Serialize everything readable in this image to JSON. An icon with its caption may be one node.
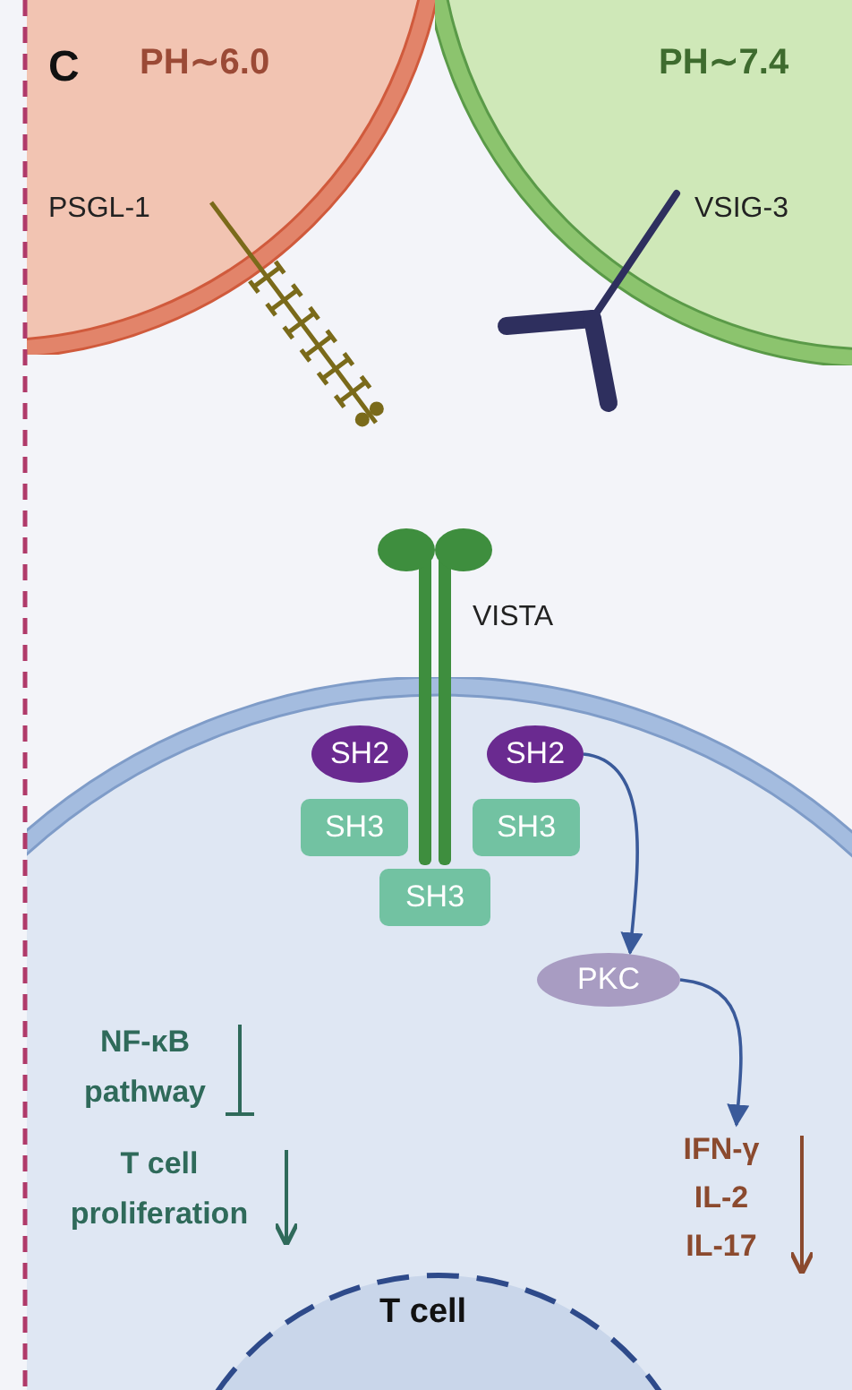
{
  "diagram": {
    "nodes": [
      {
        "text": [
          "PH∼6.0"
        ]
      },
      {
        "text": [
          "PH∼7.4"
        ]
      },
      {
        "text": [],
        "shape": "circle"
      },
      {
        "text": [
          "SH2"
        ],
        "in": 2
      },
      {
        "text": [
          "SH2"
        ],
        "in": 2
      },
      {
        "text": [
          "SH3"
        ],
        "in": 2
      },
      {
        "text": [
          "SH3"
        ],
        "in": 2
      },
      {
        "text": [
          "SH3"
        ],
        "in": 2
      },
      {
        "text": [
          "PKC"
        ],
        "in": 2
      },
      {
        "text": [
          "IFN-γ IL-2 IL-17"
        ],
        "in": 2
      },
      {
        "text": [
          "T cell"
        ],
        "in": 2
      }
    ],
    "edges": [
      {
        "from": 4,
        "to": 8,
        "arrow": "to"
      },
      {
        "from": 8,
        "to": 9,
        "arrow": "to"
      }
    ],
    "labels": [
      "C",
      "PSGL-1",
      "VSIG-3",
      "VISTA",
      "NF-κB pathway",
      "T cell proliferation"
    ]
  }
}
